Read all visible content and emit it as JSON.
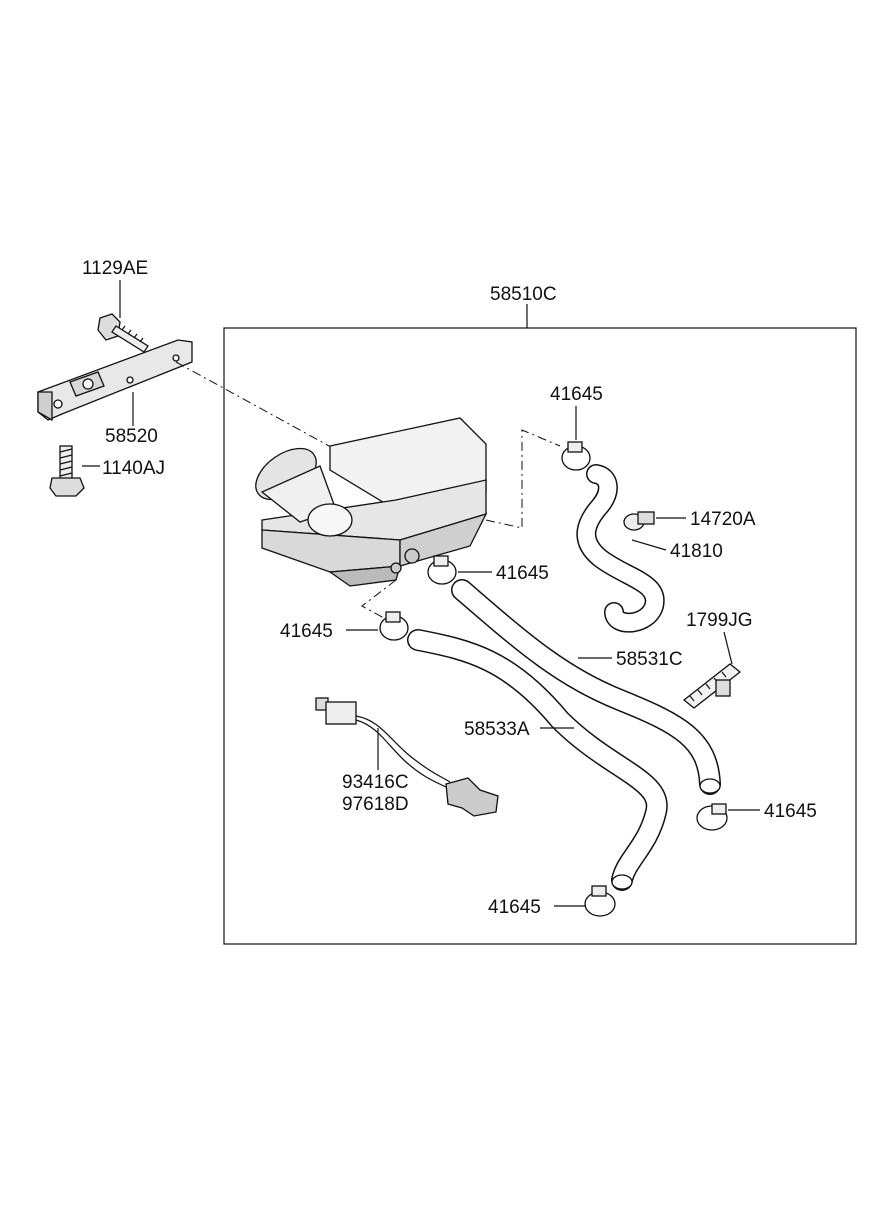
{
  "diagram": {
    "labels": {
      "top_assembly": "58510C",
      "bolt_top": "1129AE",
      "bracket": "58520",
      "bolt_bottom": "1140AJ",
      "clamp_1": "41645",
      "clamp_2": "41645",
      "clamp_3": "41645",
      "clamp_4": "41645",
      "clamp_5": "41645",
      "clip": "14720A",
      "hose_1": "41810",
      "strap": "1799JG",
      "hose_2": "58531C",
      "hose_3": "58533A",
      "harness_1": "93416C",
      "harness_2": "97618D"
    }
  }
}
